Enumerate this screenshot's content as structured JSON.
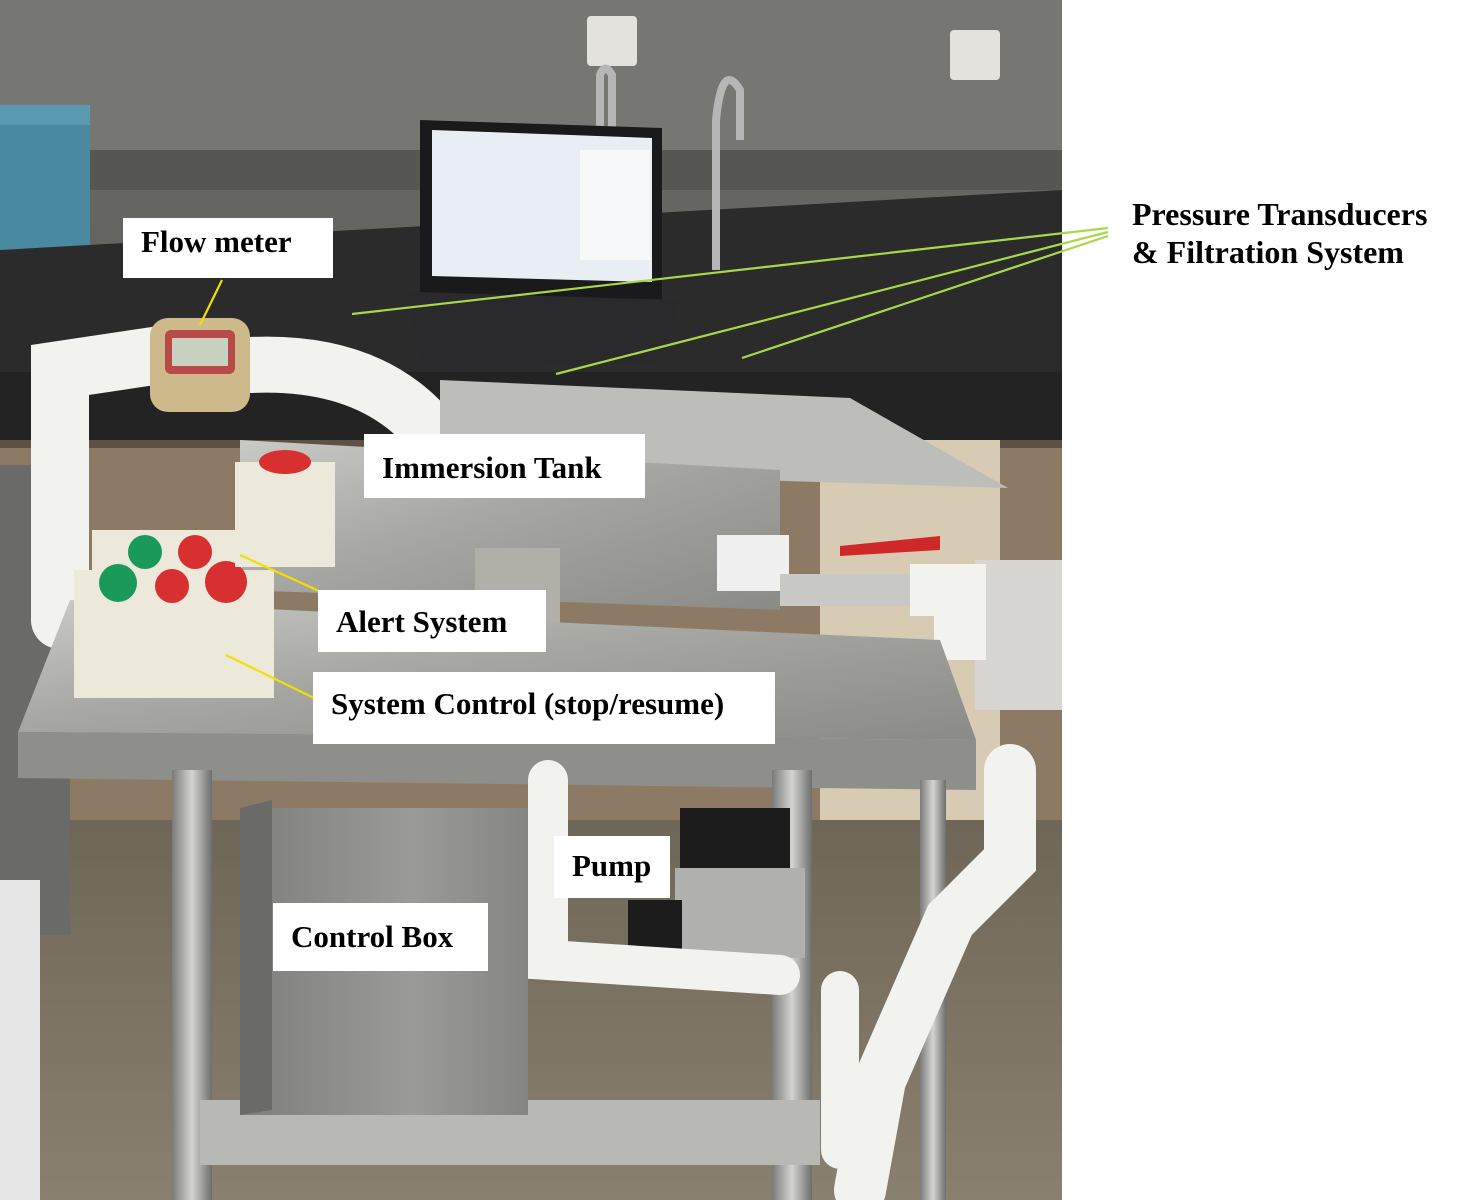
{
  "labels": {
    "flow_meter": "Flow meter",
    "pressure_line1": "Pressure Transducers",
    "pressure_line2": "& Filtration System",
    "immersion_tank": "Immersion Tank",
    "alert_system": "Alert System",
    "system_control": "System Control (stop/resume)",
    "pump": "Pump",
    "control_box": "Control Box"
  },
  "colors": {
    "leader_yellow": "#f0e000",
    "leader_green": "#a8d84a",
    "label_bg": "#ffffff",
    "label_text": "#000000"
  }
}
